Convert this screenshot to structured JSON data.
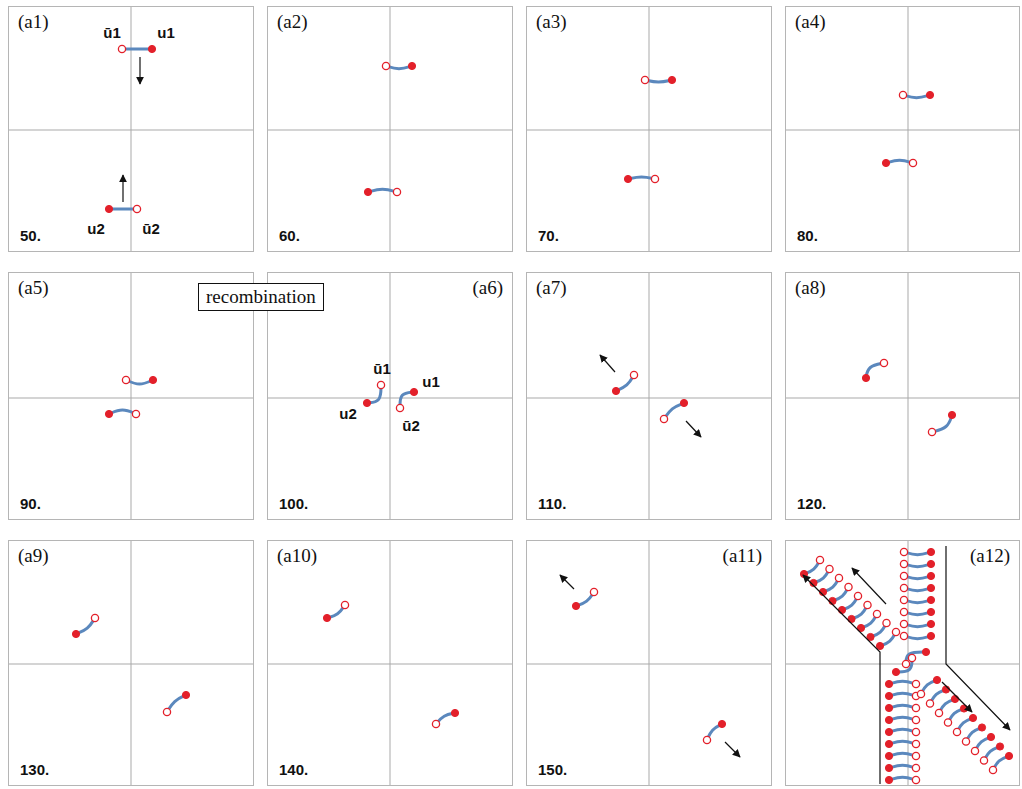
{
  "diagram": {
    "nodes": [
      {
        "text": [
          "(a1)",
          "50."
        ]
      },
      {
        "text": [
          "(a2)",
          "60."
        ]
      },
      {
        "text": [
          "(a3)",
          "70."
        ]
      },
      {
        "text": [
          "(a4)",
          "80."
        ]
      },
      {
        "text": [
          "(a5)",
          "90."
        ]
      },
      {
        "text": [
          "(a6)",
          "100."
        ]
      },
      {
        "text": [
          "(a7)",
          "110."
        ]
      },
      {
        "text": [
          "(a8)",
          "120."
        ]
      },
      {
        "text": [
          "(a9)",
          "130."
        ]
      },
      {
        "text": [
          "(a10)",
          "140."
        ]
      },
      {
        "text": [
          "(a11)",
          "150."
        ]
      },
      {
        "text": [
          "(a12)"
        ]
      },
      {
        "text": [
          "recombination"
        ]
      }
    ],
    "labels": [
      "ū1",
      "u1",
      "u2",
      "ū2",
      "ū1",
      "u1",
      "u2",
      "ū2"
    ]
  }
}
